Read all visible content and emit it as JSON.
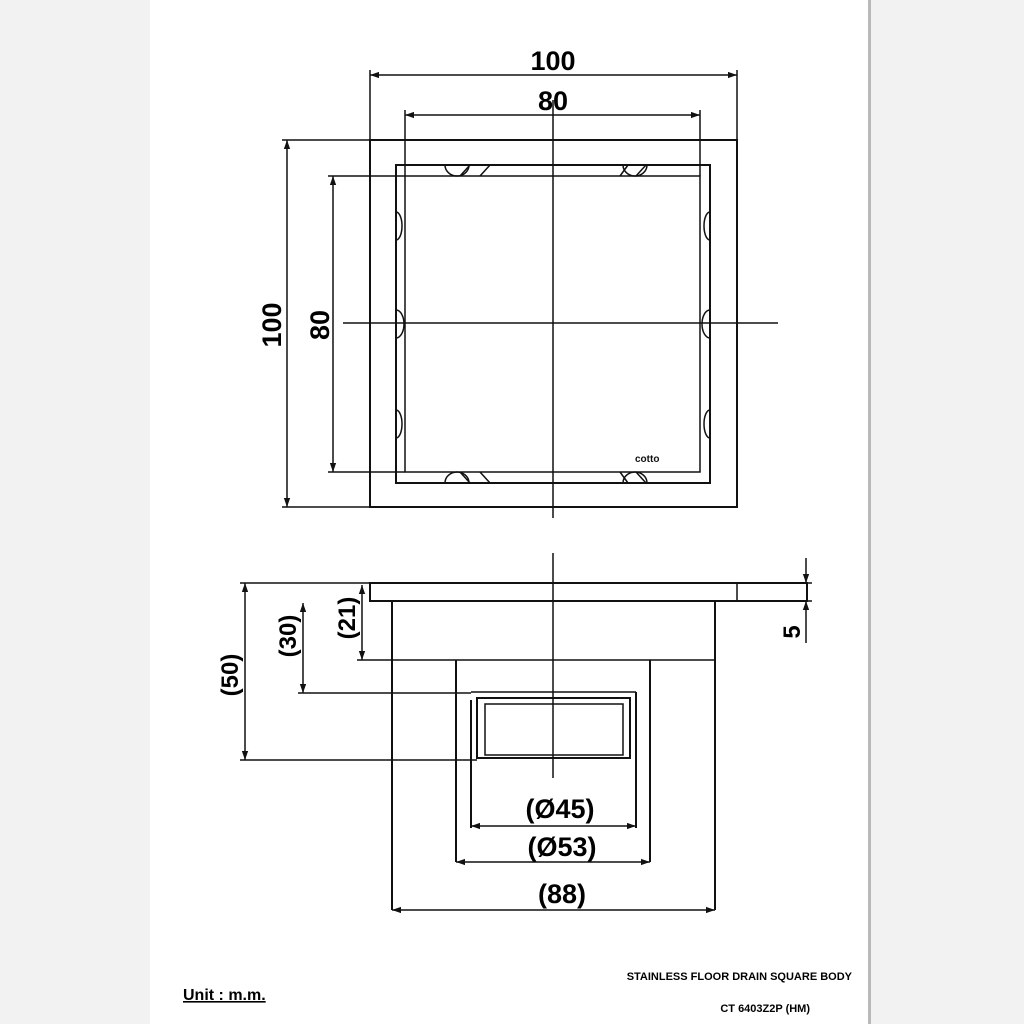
{
  "drawing": {
    "plan": {
      "outer_width": "100",
      "inner_width": "80",
      "outer_height": "100",
      "inner_height": "80",
      "logo": "cotto"
    },
    "section": {
      "flange_thickness": "5",
      "depth_total": "(50)",
      "depth_mid": "(30)",
      "depth_upper": "(21)",
      "outlet_inner": "(Ø45)",
      "outlet_outer": "(Ø53)",
      "body_width": "(88)"
    }
  },
  "title_block": {
    "product_name": "STAINLESS FLOOR DRAIN SQUARE BODY",
    "model_code": "CT 6403Z2P (HM)",
    "unit_label": "Unit : m.m."
  }
}
